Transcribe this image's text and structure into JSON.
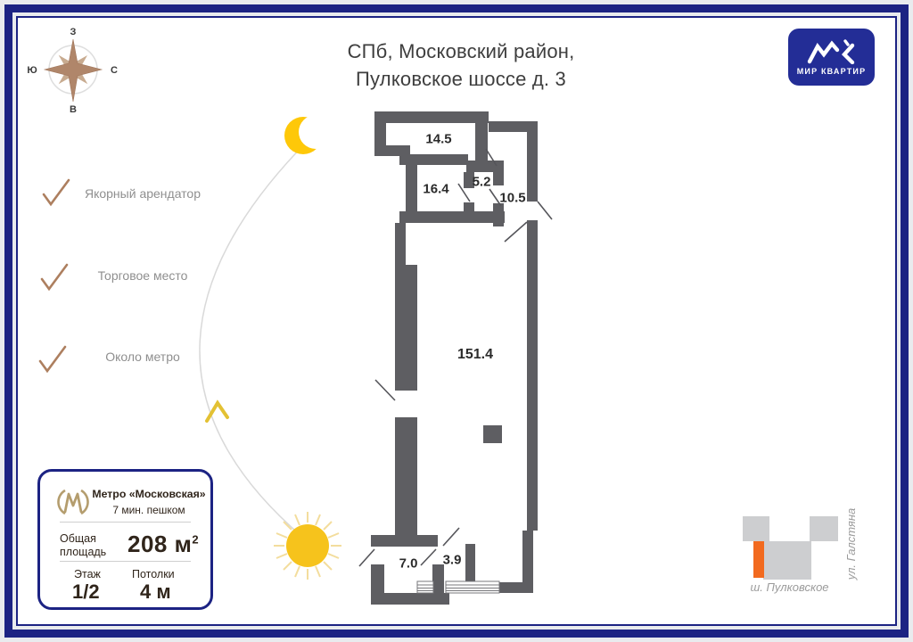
{
  "header": {
    "title_line1": "СПб, Московский район,",
    "title_line2": "Пулковское шоссе д. 3"
  },
  "brand": {
    "name": "МИР КВАРТИР"
  },
  "compass": {
    "top": "З",
    "left": "Ю",
    "right": "С",
    "bottom": "В"
  },
  "features": [
    {
      "label": "Якорный арендатор"
    },
    {
      "label": "Торговое место"
    },
    {
      "label": "Около метро"
    }
  ],
  "floor_plan": {
    "rooms": {
      "r14_5": "14.5",
      "r16_4": "16.4",
      "r5_2": "5.2",
      "r10_5": "10.5",
      "r151_4": "151.4",
      "r7_0": "7.0",
      "r3_9": "3.9"
    }
  },
  "info_card": {
    "metro_name": "Метро «Московская»",
    "metro_walk": "7 мин. пешком",
    "area_label_line1": "Общая",
    "area_label_line2": "площадь",
    "area_value": "208 м",
    "area_sup": "2",
    "floor_label": "Этаж",
    "floor_value": "1/2",
    "ceiling_label": "Потолки",
    "ceiling_value": "4 м"
  },
  "map": {
    "street_vertical": "ул. Галстяна",
    "street_bottom": "ш. Пулковское"
  },
  "colors": {
    "frame_navy": "#1c2383",
    "brand_navy": "#232d96",
    "wall_gray": "#5e5e62",
    "accent_orange": "#f26a1f",
    "compass_tan": "#b0866a",
    "sun_yellow": "#f6c31c",
    "building_gray": "#cdced0"
  }
}
